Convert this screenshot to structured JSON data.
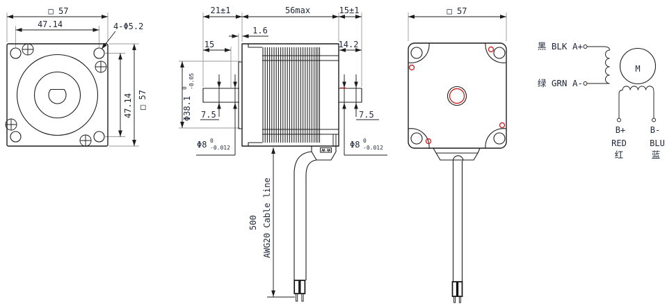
{
  "drawing": {
    "front_view": {
      "dim_width": "□ 57",
      "dim_hole_pitch_h": "47.14",
      "hole_callout": "4-Φ5.2",
      "dim_hole_pitch_v": "47.14",
      "dim_height": "□ 57"
    },
    "side_view": {
      "dim_front_end": "21±1",
      "dim_body_length": "56max",
      "dim_rear_end": "15±1",
      "dim_boss_height": "1.6",
      "dim_front_flat": "15",
      "dim_rear_flat": "14.2",
      "dim_front_offset": "7.5",
      "dim_rear_offset": "7.5",
      "pilot": {
        "dia": "Φ38.1",
        "tol_up": "0",
        "tol_dn": "-0.05"
      },
      "front_shaft": {
        "dia": "Φ8",
        "tol_up": "0",
        "tol_dn": "-0.012"
      },
      "rear_shaft": {
        "dia": "Φ8",
        "tol_up": "0",
        "tol_dn": "-0.012"
      },
      "cable_length": "500",
      "cable_note": "AWG20 Cable line"
    },
    "rear_view": {
      "dim_width": "□ 57"
    },
    "wiring": {
      "phase_a_plus": "黑 BLK A+",
      "phase_a_minus": "绿 GRN A-",
      "motor_letter": "M",
      "b_plus": "B+",
      "b_minus": "B-",
      "b_plus_wire": "RED",
      "b_minus_wire": "BLU",
      "b_plus_cn": "红",
      "b_minus_cn": "蓝"
    },
    "colors": {
      "line": "#1c1c1c",
      "extension": "#9a9a9a",
      "accent_red": "#cc2b2b",
      "text": "#20283a",
      "background": "#ffffff"
    }
  }
}
